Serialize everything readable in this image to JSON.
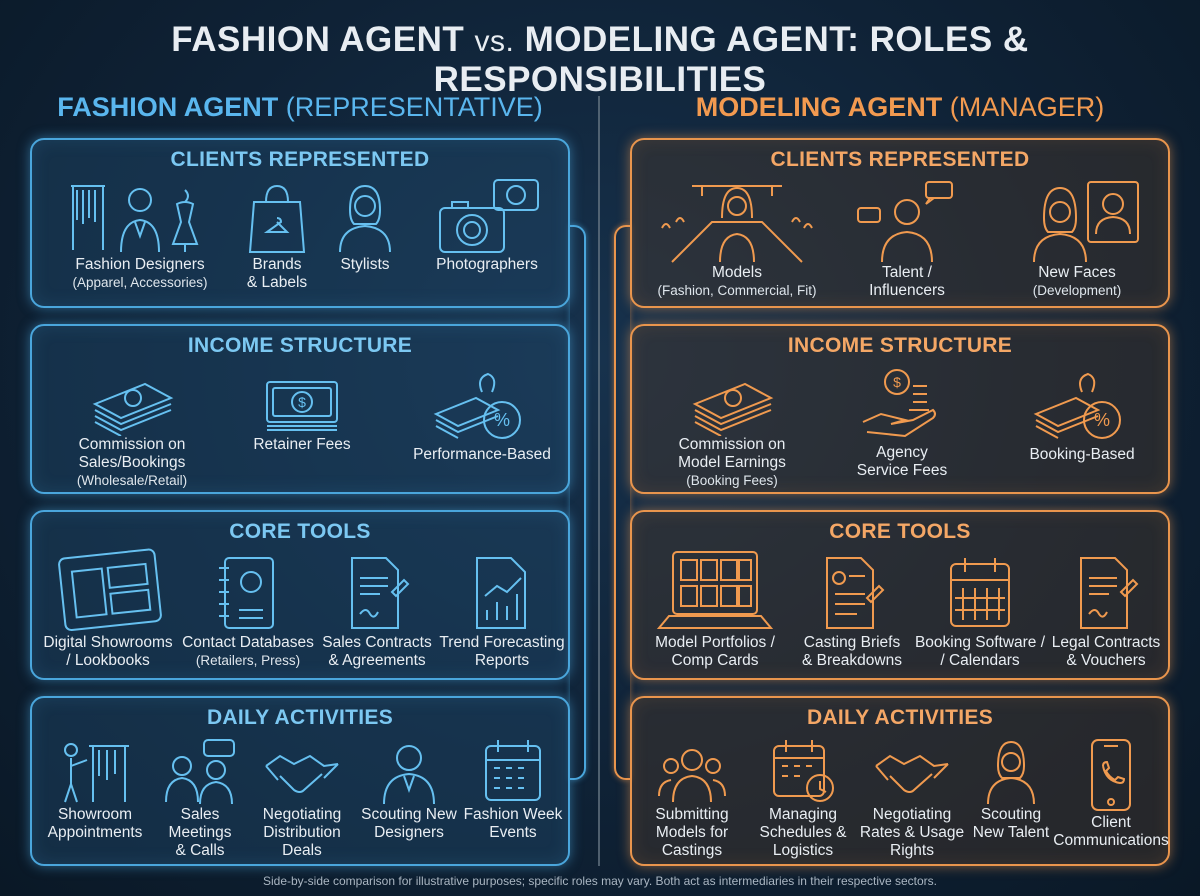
{
  "title": {
    "left": "FASHION AGENT",
    "vs": "vs.",
    "right": "MODELING AGENT: ROLES & RESPONSIBILITIES"
  },
  "fashion": {
    "heading": "FASHION AGENT",
    "heading_sub": "(REPRESENTATIVE)",
    "clients": {
      "title": "CLIENTS REPRESENTED",
      "items": [
        {
          "label": "Fashion Designers",
          "sub": "(Apparel, Accessories)"
        },
        {
          "label": "Brands",
          "label2": "& Labels"
        },
        {
          "label": "Stylists"
        },
        {
          "label": "Photographers"
        }
      ]
    },
    "income": {
      "title": "INCOME STRUCTURE",
      "items": [
        {
          "label": "Commission on",
          "label2": "Sales/Bookings",
          "sub": "(Wholesale/Retail)"
        },
        {
          "label": "Retainer Fees"
        },
        {
          "label": "Performance-Based"
        }
      ]
    },
    "tools": {
      "title": "CORE TOOLS",
      "items": [
        {
          "label": "Digital Showrooms",
          "label2": "/ Lookbooks"
        },
        {
          "label": "Contact Databases",
          "sub": "(Retailers, Press)"
        },
        {
          "label": "Sales Contracts",
          "label2": "& Agreements"
        },
        {
          "label": "Trend Forecasting",
          "label2": "Reports"
        }
      ]
    },
    "activities": {
      "title": "DAILY ACTIVITIES",
      "items": [
        {
          "label": "Showroom",
          "label2": "Appointments"
        },
        {
          "label": "Sales",
          "label2": "Meetings",
          "label3": "& Calls"
        },
        {
          "label": "Negotiating",
          "label2": "Distribution",
          "label3": "Deals"
        },
        {
          "label": "Scouting New",
          "label2": "Designers"
        },
        {
          "label": "Fashion Week",
          "label2": "Events"
        }
      ]
    }
  },
  "modeling": {
    "heading": "MODELING AGENT",
    "heading_sub": "(MANAGER)",
    "clients": {
      "title": "CLIENTS REPRESENTED",
      "items": [
        {
          "label": "Models",
          "sub": "(Fashion, Commercial, Fit)"
        },
        {
          "label": "Talent /",
          "label2": "Influencers"
        },
        {
          "label": "New Faces",
          "sub": "(Development)"
        }
      ]
    },
    "income": {
      "title": "INCOME STRUCTURE",
      "items": [
        {
          "label": "Commission on",
          "label2": "Model Earnings",
          "sub": "(Booking Fees)"
        },
        {
          "label": "Agency",
          "label2": "Service Fees"
        },
        {
          "label": "Booking-Based"
        }
      ]
    },
    "tools": {
      "title": "CORE TOOLS",
      "items": [
        {
          "label": "Model Portfolios /",
          "label2": "Comp Cards"
        },
        {
          "label": "Casting Briefs",
          "label2": "& Breakdowns"
        },
        {
          "label": "Booking Software /",
          "label2": "/ Calendars"
        },
        {
          "label": "Legal Contracts",
          "label2": "& Vouchers"
        }
      ]
    },
    "activities": {
      "title": "DAILY ACTIVITIES",
      "items": [
        {
          "label": "Submitting",
          "label2": "Models for",
          "label3": "Castings"
        },
        {
          "label": "Managing",
          "label2": "Schedules &",
          "label3": "Logistics"
        },
        {
          "label": "Negotiating",
          "label2": "Rates & Usage",
          "label3": "Rights"
        },
        {
          "label": "Scouting",
          "label2": "New Talent"
        },
        {
          "label": "Client",
          "label2": "Communications"
        }
      ]
    }
  },
  "footer": "Side-by-side comparison for illustrative purposes; specific roles may vary. Both act as intermediaries in their respective sectors.",
  "colors": {
    "fashion_accent": "#4aa6dc",
    "modeling_accent": "#e9954d"
  }
}
